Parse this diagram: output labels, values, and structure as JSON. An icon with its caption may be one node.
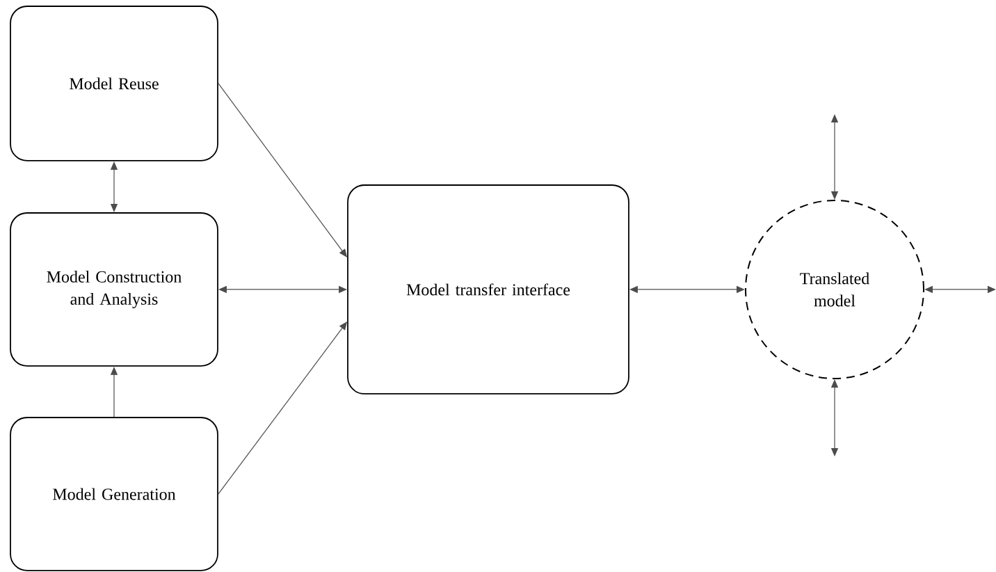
{
  "diagram": {
    "nodes": [
      {
        "text": [
          "Model Reuse"
        ]
      },
      {
        "text": [
          "Model Construction and Analysis"
        ]
      },
      {
        "text": [
          "Model Generation"
        ]
      },
      {
        "text": [
          "Model transfer interface"
        ]
      },
      {
        "text": [
          "Translated model"
        ]
      }
    ],
    "edges": [
      {
        "from": 0,
        "to": 1,
        "arrow": "both"
      },
      {
        "from": 0,
        "to": 3,
        "arrow": "to"
      },
      {
        "from": 1,
        "to": 3,
        "arrow": "both"
      },
      {
        "from": 2,
        "to": 1,
        "arrow": "to"
      },
      {
        "from": 2,
        "to": 3,
        "arrow": "to"
      },
      {
        "from": 3,
        "to": 4,
        "arrow": "both"
      },
      {
        "from": null,
        "to": 4,
        "arrow": "both"
      },
      {
        "from": null,
        "to": 4,
        "arrow": "both"
      },
      {
        "from": 4,
        "to": null,
        "arrow": "both"
      }
    ]
  }
}
